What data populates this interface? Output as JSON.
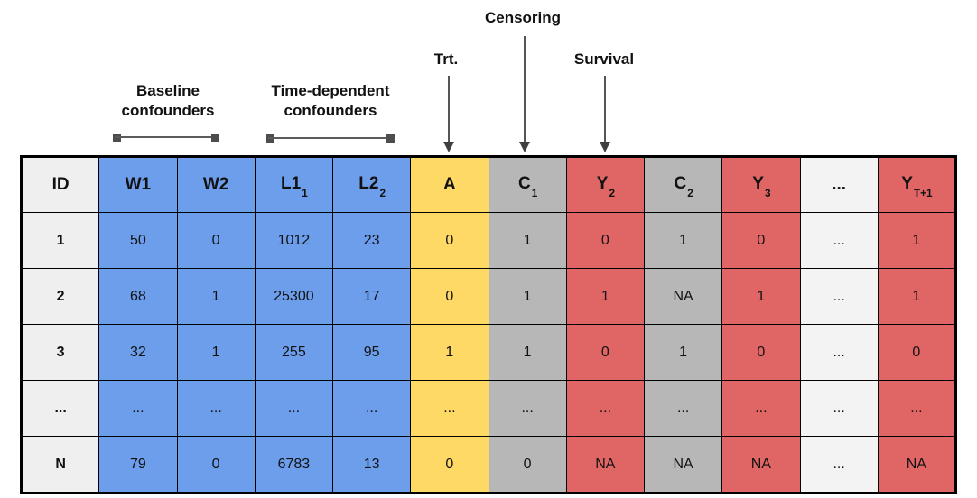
{
  "annotations": {
    "baseline": {
      "label": "Baseline\nconfounders"
    },
    "timedep": {
      "label": "Time-dependent\nconfounders"
    },
    "treatment": {
      "label": "Trt."
    },
    "censoring": {
      "label": "Censoring"
    },
    "survival": {
      "label": "Survival"
    }
  },
  "colors": {
    "groups": {
      "id": "#EFEFEF",
      "baseline": "#6D9EEB",
      "timedep": "#6D9EEB",
      "treatment": "#FFD966",
      "censoring": "#B7B7B7",
      "survival": "#E06666",
      "ellipsis": "#F3F3F3"
    },
    "border": "#000000",
    "arrow": "#555555"
  },
  "table": {
    "columns": [
      {
        "key": "ID",
        "label": "ID",
        "sub": "",
        "group": "id"
      },
      {
        "key": "W1",
        "label": "W1",
        "sub": "",
        "group": "baseline"
      },
      {
        "key": "W2",
        "label": "W2",
        "sub": "",
        "group": "baseline"
      },
      {
        "key": "L1_1",
        "label": "L1",
        "sub": "1",
        "group": "timedep"
      },
      {
        "key": "L2_2",
        "label": "L2",
        "sub": "2",
        "group": "timedep"
      },
      {
        "key": "A",
        "label": "A",
        "sub": "",
        "group": "treatment"
      },
      {
        "key": "C_1",
        "label": "C",
        "sub": "1",
        "group": "censoring"
      },
      {
        "key": "Y_2",
        "label": "Y",
        "sub": "2",
        "group": "survival"
      },
      {
        "key": "C_2",
        "label": "C",
        "sub": "2",
        "group": "censoring"
      },
      {
        "key": "Y_3",
        "label": "Y",
        "sub": "3",
        "group": "survival"
      },
      {
        "key": "dots",
        "label": "...",
        "sub": "",
        "group": "ellipsis"
      },
      {
        "key": "Y_T1",
        "label": "Y",
        "sub": "T+1",
        "group": "survival"
      }
    ],
    "rows": [
      {
        "values": [
          "1",
          "50",
          "0",
          "1012",
          "23",
          "0",
          "1",
          "0",
          "1",
          "0",
          "...",
          "1"
        ]
      },
      {
        "values": [
          "2",
          "68",
          "1",
          "25300",
          "17",
          "0",
          "1",
          "1",
          "NA",
          "1",
          "...",
          "1"
        ]
      },
      {
        "values": [
          "3",
          "32",
          "1",
          "255",
          "95",
          "1",
          "1",
          "0",
          "1",
          "0",
          "...",
          "0"
        ]
      },
      {
        "values": [
          "...",
          "...",
          "...",
          "...",
          "...",
          "...",
          "...",
          "...",
          "...",
          "...",
          "...",
          "..."
        ]
      },
      {
        "values": [
          "N",
          "79",
          "0",
          "6783",
          "13",
          "0",
          "0",
          "NA",
          "NA",
          "NA",
          "...",
          "NA"
        ]
      }
    ]
  }
}
